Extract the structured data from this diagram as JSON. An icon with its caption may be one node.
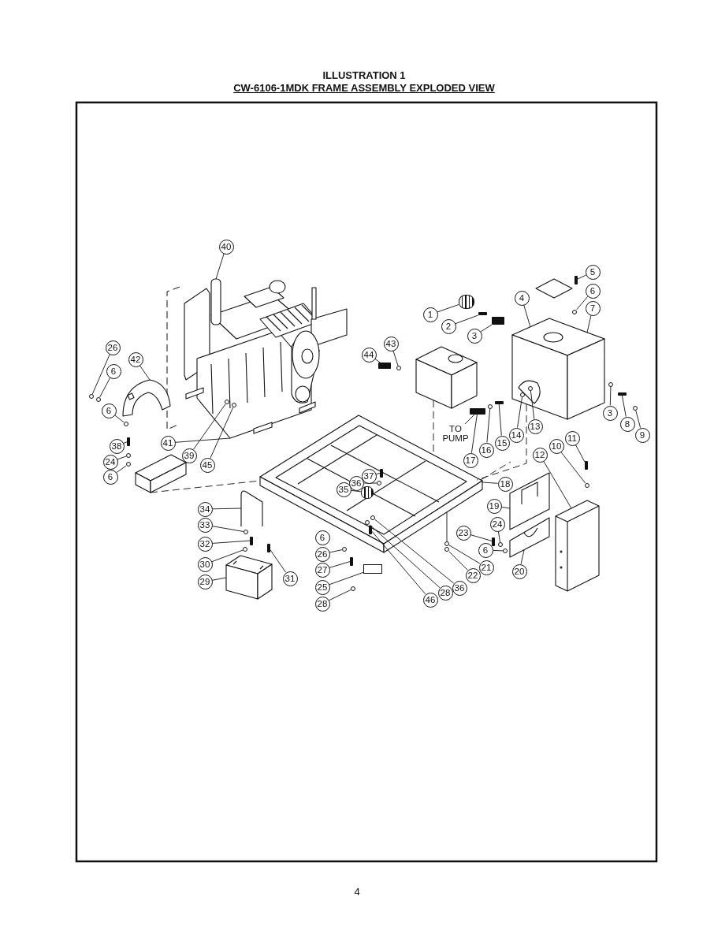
{
  "diagram": {
    "title": "ILLUSTRATION 1",
    "nodes": [
      {
        "text": [
          "40"
        ]
      },
      {
        "text": [
          "5"
        ]
      },
      {
        "text": [
          "4"
        ]
      },
      {
        "text": [
          "6"
        ]
      },
      {
        "text": [
          "1"
        ]
      },
      {
        "text": [
          "7"
        ]
      },
      {
        "text": [
          "2"
        ]
      },
      {
        "text": [
          "3"
        ]
      },
      {
        "text": [
          "43"
        ]
      },
      {
        "text": [
          "26"
        ]
      },
      {
        "text": [
          "44"
        ]
      },
      {
        "text": [
          "42"
        ]
      },
      {
        "text": [
          "6"
        ]
      },
      {
        "text": [
          "3"
        ]
      },
      {
        "text": [
          "6"
        ]
      },
      {
        "text": [
          "13"
        ]
      },
      {
        "text": [
          "8"
        ]
      },
      {
        "text": [
          "14"
        ]
      },
      {
        "text": [
          "TO PUMP"
        ]
      },
      {
        "text": [
          "15"
        ]
      },
      {
        "text": [
          "9"
        ]
      },
      {
        "text": [
          "11"
        ]
      },
      {
        "text": [
          "16"
        ]
      },
      {
        "text": [
          "41"
        ]
      },
      {
        "text": [
          "10"
        ]
      },
      {
        "text": [
          "38"
        ]
      },
      {
        "text": [
          "17"
        ]
      },
      {
        "text": [
          "12"
        ]
      },
      {
        "text": [
          "39"
        ]
      },
      {
        "text": [
          "24"
        ]
      },
      {
        "text": [
          "45"
        ]
      },
      {
        "text": [
          "37"
        ],
        "in": 60
      },
      {
        "text": [
          "6"
        ]
      },
      {
        "text": [
          "18"
        ]
      },
      {
        "text": [
          "36"
        ],
        "in": 60
      },
      {
        "text": [
          "35"
        ],
        "in": 60
      },
      {
        "text": [
          "19"
        ]
      },
      {
        "text": [
          "34"
        ]
      },
      {
        "text": [
          "24"
        ]
      },
      {
        "text": [
          "33"
        ]
      },
      {
        "text": [
          "23"
        ]
      },
      {
        "text": [
          "6"
        ]
      },
      {
        "text": [
          "32"
        ]
      },
      {
        "text": [
          "6"
        ]
      },
      {
        "text": [
          "26"
        ]
      },
      {
        "text": [
          "30"
        ]
      },
      {
        "text": [
          "21"
        ]
      },
      {
        "text": [
          "27"
        ]
      },
      {
        "text": [
          "20"
        ]
      },
      {
        "text": [
          "22"
        ]
      },
      {
        "text": [
          "31"
        ]
      },
      {
        "text": [
          "29"
        ]
      },
      {
        "text": [
          "25"
        ]
      },
      {
        "text": [
          "36"
        ]
      },
      {
        "text": [
          "28"
        ]
      },
      {
        "text": [
          "46"
        ]
      },
      {
        "text": [
          "28"
        ]
      },
      {
        "text": [],
        "shape": "picture"
      },
      {
        "text": [],
        "shape": "picture"
      },
      {
        "text": [],
        "shape": "picture"
      },
      {
        "text": [],
        "shape": "picture"
      },
      {
        "text": [],
        "shape": "box"
      },
      {
        "text": [],
        "shape": "picture"
      },
      {
        "text": [],
        "shape": "picture"
      },
      {
        "text": [],
        "shape": "picture"
      },
      {
        "text": [],
        "shape": "picture"
      },
      {
        "text": [],
        "shape": "picture"
      },
      {
        "text": [],
        "shape": "box"
      },
      {
        "text": [],
        "shape": "cylinder"
      },
      {
        "text": [],
        "shape": "bar"
      },
      {
        "text": [],
        "shape": "bar"
      },
      {
        "text": [],
        "shape": "bar"
      },
      {
        "text": [],
        "shape": "cylinder",
        "in": 60
      },
      {
        "text": [],
        "shape": "box"
      },
      {
        "text": [],
        "shape": "bar"
      },
      {
        "text": [],
        "shape": "circle"
      },
      {
        "text": [],
        "shape": "bar"
      },
      {
        "text": [],
        "shape": "circle"
      },
      {
        "text": [],
        "shape": "circle"
      },
      {
        "text": [],
        "shape": "circle"
      },
      {
        "text": [],
        "shape": "circle"
      },
      {
        "text": [],
        "shape": "circle"
      },
      {
        "text": [],
        "shape": "circle",
        "in": 64
      },
      {
        "text": [],
        "shape": "bar"
      },
      {
        "text": [],
        "shape": "circle",
        "in": 64
      },
      {
        "text": [],
        "shape": "bar"
      },
      {
        "text": [],
        "shape": "circle"
      },
      {
        "text": [],
        "shape": "bar"
      },
      {
        "text": [],
        "shape": "circle"
      },
      {
        "text": [],
        "shape": "circle"
      },
      {
        "text": [],
        "shape": "bar"
      },
      {
        "text": [],
        "shape": "circle",
        "in": 57
      },
      {
        "text": [],
        "shape": "circle",
        "in": 57
      },
      {
        "text": [],
        "shape": "circle"
      },
      {
        "text": [],
        "shape": "bar",
        "in": 60
      },
      {
        "text": [],
        "shape": "circle"
      },
      {
        "text": [],
        "shape": "circle",
        "in": 60
      },
      {
        "text": [],
        "shape": "bar"
      },
      {
        "text": [],
        "shape": "circle"
      },
      {
        "text": [],
        "shape": "circle"
      },
      {
        "text": [],
        "shape": "bar"
      },
      {
        "text": [],
        "shape": "circle"
      },
      {
        "text": [],
        "shape": "circle"
      },
      {
        "text": [],
        "shape": "circle"
      },
      {
        "text": [],
        "shape": "circle"
      },
      {
        "text": [],
        "shape": "bar"
      },
      {
        "text": [],
        "shape": "circle"
      },
      {
        "text": [],
        "shape": "bar"
      },
      {
        "text": [],
        "shape": "circle",
        "in": 60
      },
      {
        "text": [],
        "shape": "circle",
        "in": 60
      },
      {
        "text": [],
        "shape": "bar",
        "in": 60
      },
      {
        "text": [],
        "shape": "circle"
      }
    ],
    "edges": [
      {
        "from": 0,
        "to": 57,
        "arrow": "none"
      },
      {
        "from": 1,
        "to": 74,
        "arrow": "none"
      },
      {
        "from": 2,
        "to": 64,
        "arrow": "none"
      },
      {
        "from": 3,
        "to": 75,
        "arrow": "none"
      },
      {
        "from": 4,
        "to": 68,
        "arrow": "none"
      },
      {
        "from": 5,
        "to": 64,
        "arrow": "none"
      },
      {
        "from": 6,
        "to": 76,
        "arrow": "none"
      },
      {
        "from": 7,
        "to": 69,
        "arrow": "none"
      },
      {
        "from": 8,
        "to": 77,
        "arrow": "none"
      },
      {
        "from": 9,
        "to": 78,
        "arrow": "none"
      },
      {
        "from": 10,
        "to": 70,
        "arrow": "none"
      },
      {
        "from": 11,
        "to": 58,
        "arrow": "none"
      },
      {
        "from": 12,
        "to": 79,
        "arrow": "none"
      },
      {
        "from": 13,
        "to": 80,
        "arrow": "none"
      },
      {
        "from": 14,
        "to": 81,
        "arrow": "none"
      },
      {
        "from": 15,
        "to": 82,
        "arrow": "none"
      },
      {
        "from": 16,
        "to": 83,
        "arrow": "none"
      },
      {
        "from": 17,
        "to": 84,
        "arrow": "none"
      },
      {
        "from": 18,
        "to": 71,
        "arrow": "none"
      },
      {
        "from": 19,
        "to": 85,
        "arrow": "none"
      },
      {
        "from": 20,
        "to": 86,
        "arrow": "none"
      },
      {
        "from": 21,
        "to": 87,
        "arrow": "none"
      },
      {
        "from": 22,
        "to": 88,
        "arrow": "none"
      },
      {
        "from": 23,
        "to": 57,
        "arrow": "none"
      },
      {
        "from": 24,
        "to": 89,
        "arrow": "none"
      },
      {
        "from": 25,
        "to": 90,
        "arrow": "none"
      },
      {
        "from": 26,
        "to": 71,
        "arrow": "none"
      },
      {
        "from": 27,
        "to": 67,
        "arrow": "none"
      },
      {
        "from": 28,
        "to": 91,
        "arrow": "none"
      },
      {
        "from": 29,
        "to": 93,
        "arrow": "none"
      },
      {
        "from": 30,
        "to": 92,
        "arrow": "none"
      },
      {
        "from": 31,
        "to": 94,
        "arrow": "none"
      },
      {
        "from": 32,
        "to": 95,
        "arrow": "none"
      },
      {
        "from": 33,
        "to": 60,
        "arrow": "none"
      },
      {
        "from": 34,
        "to": 96,
        "arrow": "none"
      },
      {
        "from": 35,
        "to": 72,
        "arrow": "none"
      },
      {
        "from": 36,
        "to": 65,
        "arrow": "none"
      },
      {
        "from": 37,
        "to": 62,
        "arrow": "none"
      },
      {
        "from": 38,
        "to": 98,
        "arrow": "none"
      },
      {
        "from": 39,
        "to": 99,
        "arrow": "none"
      },
      {
        "from": 40,
        "to": 97,
        "arrow": "none"
      },
      {
        "from": 42,
        "to": 100,
        "arrow": "none"
      },
      {
        "from": 43,
        "to": 101,
        "arrow": "none"
      },
      {
        "from": 44,
        "to": 102,
        "arrow": "none"
      },
      {
        "from": 45,
        "to": 103,
        "arrow": "none"
      },
      {
        "from": 46,
        "to": 104,
        "arrow": "none"
      },
      {
        "from": 47,
        "to": 105,
        "arrow": "none"
      },
      {
        "from": 48,
        "to": 66,
        "arrow": "none"
      },
      {
        "from": 49,
        "to": 106,
        "arrow": "none"
      },
      {
        "from": 50,
        "to": 107,
        "arrow": "none"
      },
      {
        "from": 51,
        "to": 61,
        "arrow": "none"
      },
      {
        "from": 52,
        "to": 73,
        "arrow": "none"
      },
      {
        "from": 53,
        "to": 108,
        "arrow": "none"
      },
      {
        "from": 54,
        "to": 109,
        "arrow": "none"
      },
      {
        "from": 55,
        "to": 110,
        "arrow": "none"
      },
      {
        "from": 56,
        "to": 111,
        "arrow": "none"
      },
      {
        "from": 59,
        "to": 60,
        "arrow": "none",
        "style": "dashed"
      },
      {
        "from": 63,
        "to": 60,
        "arrow": "none",
        "style": "dashed"
      },
      {
        "from": 64,
        "to": 60,
        "arrow": "none",
        "style": "dashed"
      },
      {
        "from": 60,
        "to": null,
        "arrow": "none",
        "style": "dashed"
      },
      {
        "from": 104,
        "to": 60,
        "arrow": "none"
      }
    ],
    "labels": [
      "CW-6106-1MDK FRAME ASSEMBLY EXPLODED VIEW",
      "4"
    ]
  }
}
